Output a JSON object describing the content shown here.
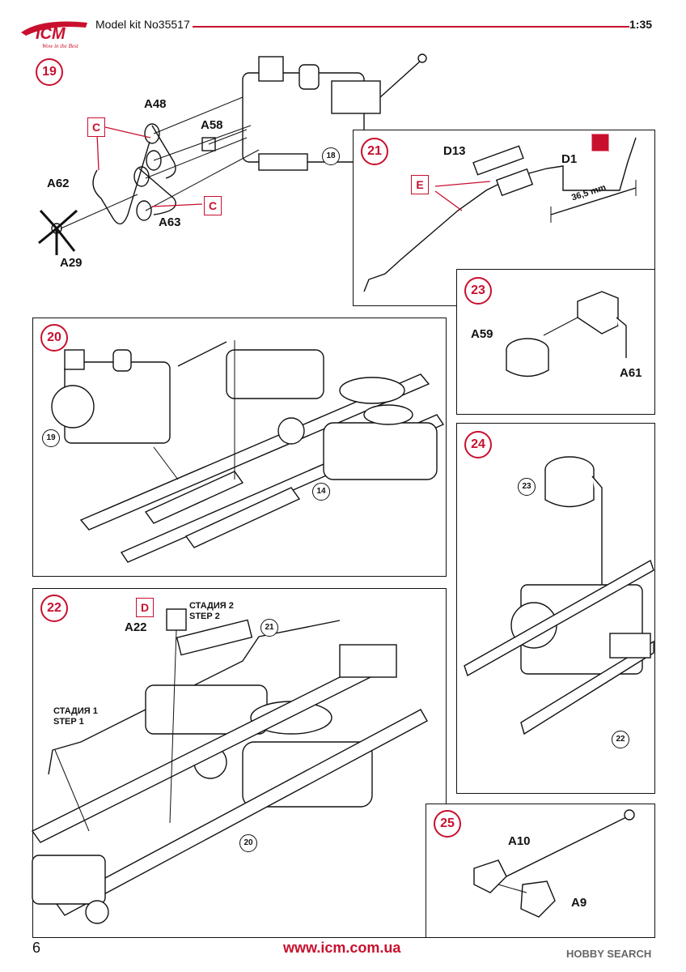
{
  "header": {
    "brand": "ICM",
    "tagline": "Wow in the Best",
    "kit": "Model kit No35517",
    "scale": "1:35"
  },
  "steps": {
    "s19": {
      "number": "19",
      "labels": {
        "a48": "A48",
        "a58": "A58",
        "a62": "A62",
        "a63": "A63",
        "a29": "A29"
      },
      "color_code": "C",
      "ref": "18"
    },
    "s20": {
      "number": "20",
      "refs": {
        "r19": "19",
        "r14": "14"
      }
    },
    "s21": {
      "number": "21",
      "labels": {
        "d13": "D13",
        "d1": "D1"
      },
      "color_code": "E",
      "dimension": "36,5 mm"
    },
    "s22": {
      "number": "22",
      "labels": {
        "a22": "A22"
      },
      "color_code": "D",
      "stage2": "СТАДИЯ 2",
      "step2": "STEP 2",
      "stage1": "СТАДИЯ 1",
      "step1": "STEP 1",
      "refs": {
        "r21": "21",
        "r20": "20"
      }
    },
    "s23": {
      "number": "23",
      "labels": {
        "a59": "A59",
        "a61": "A61"
      }
    },
    "s24": {
      "number": "24",
      "refs": {
        "r23": "23",
        "r22": "22"
      }
    },
    "s25": {
      "number": "25",
      "labels": {
        "a10": "A10",
        "a9": "A9"
      }
    }
  },
  "footer": {
    "page": "6",
    "url": "www.icm.com.ua",
    "watermark": "HOBBY SEARCH"
  },
  "colors": {
    "accent": "#c8102e"
  }
}
